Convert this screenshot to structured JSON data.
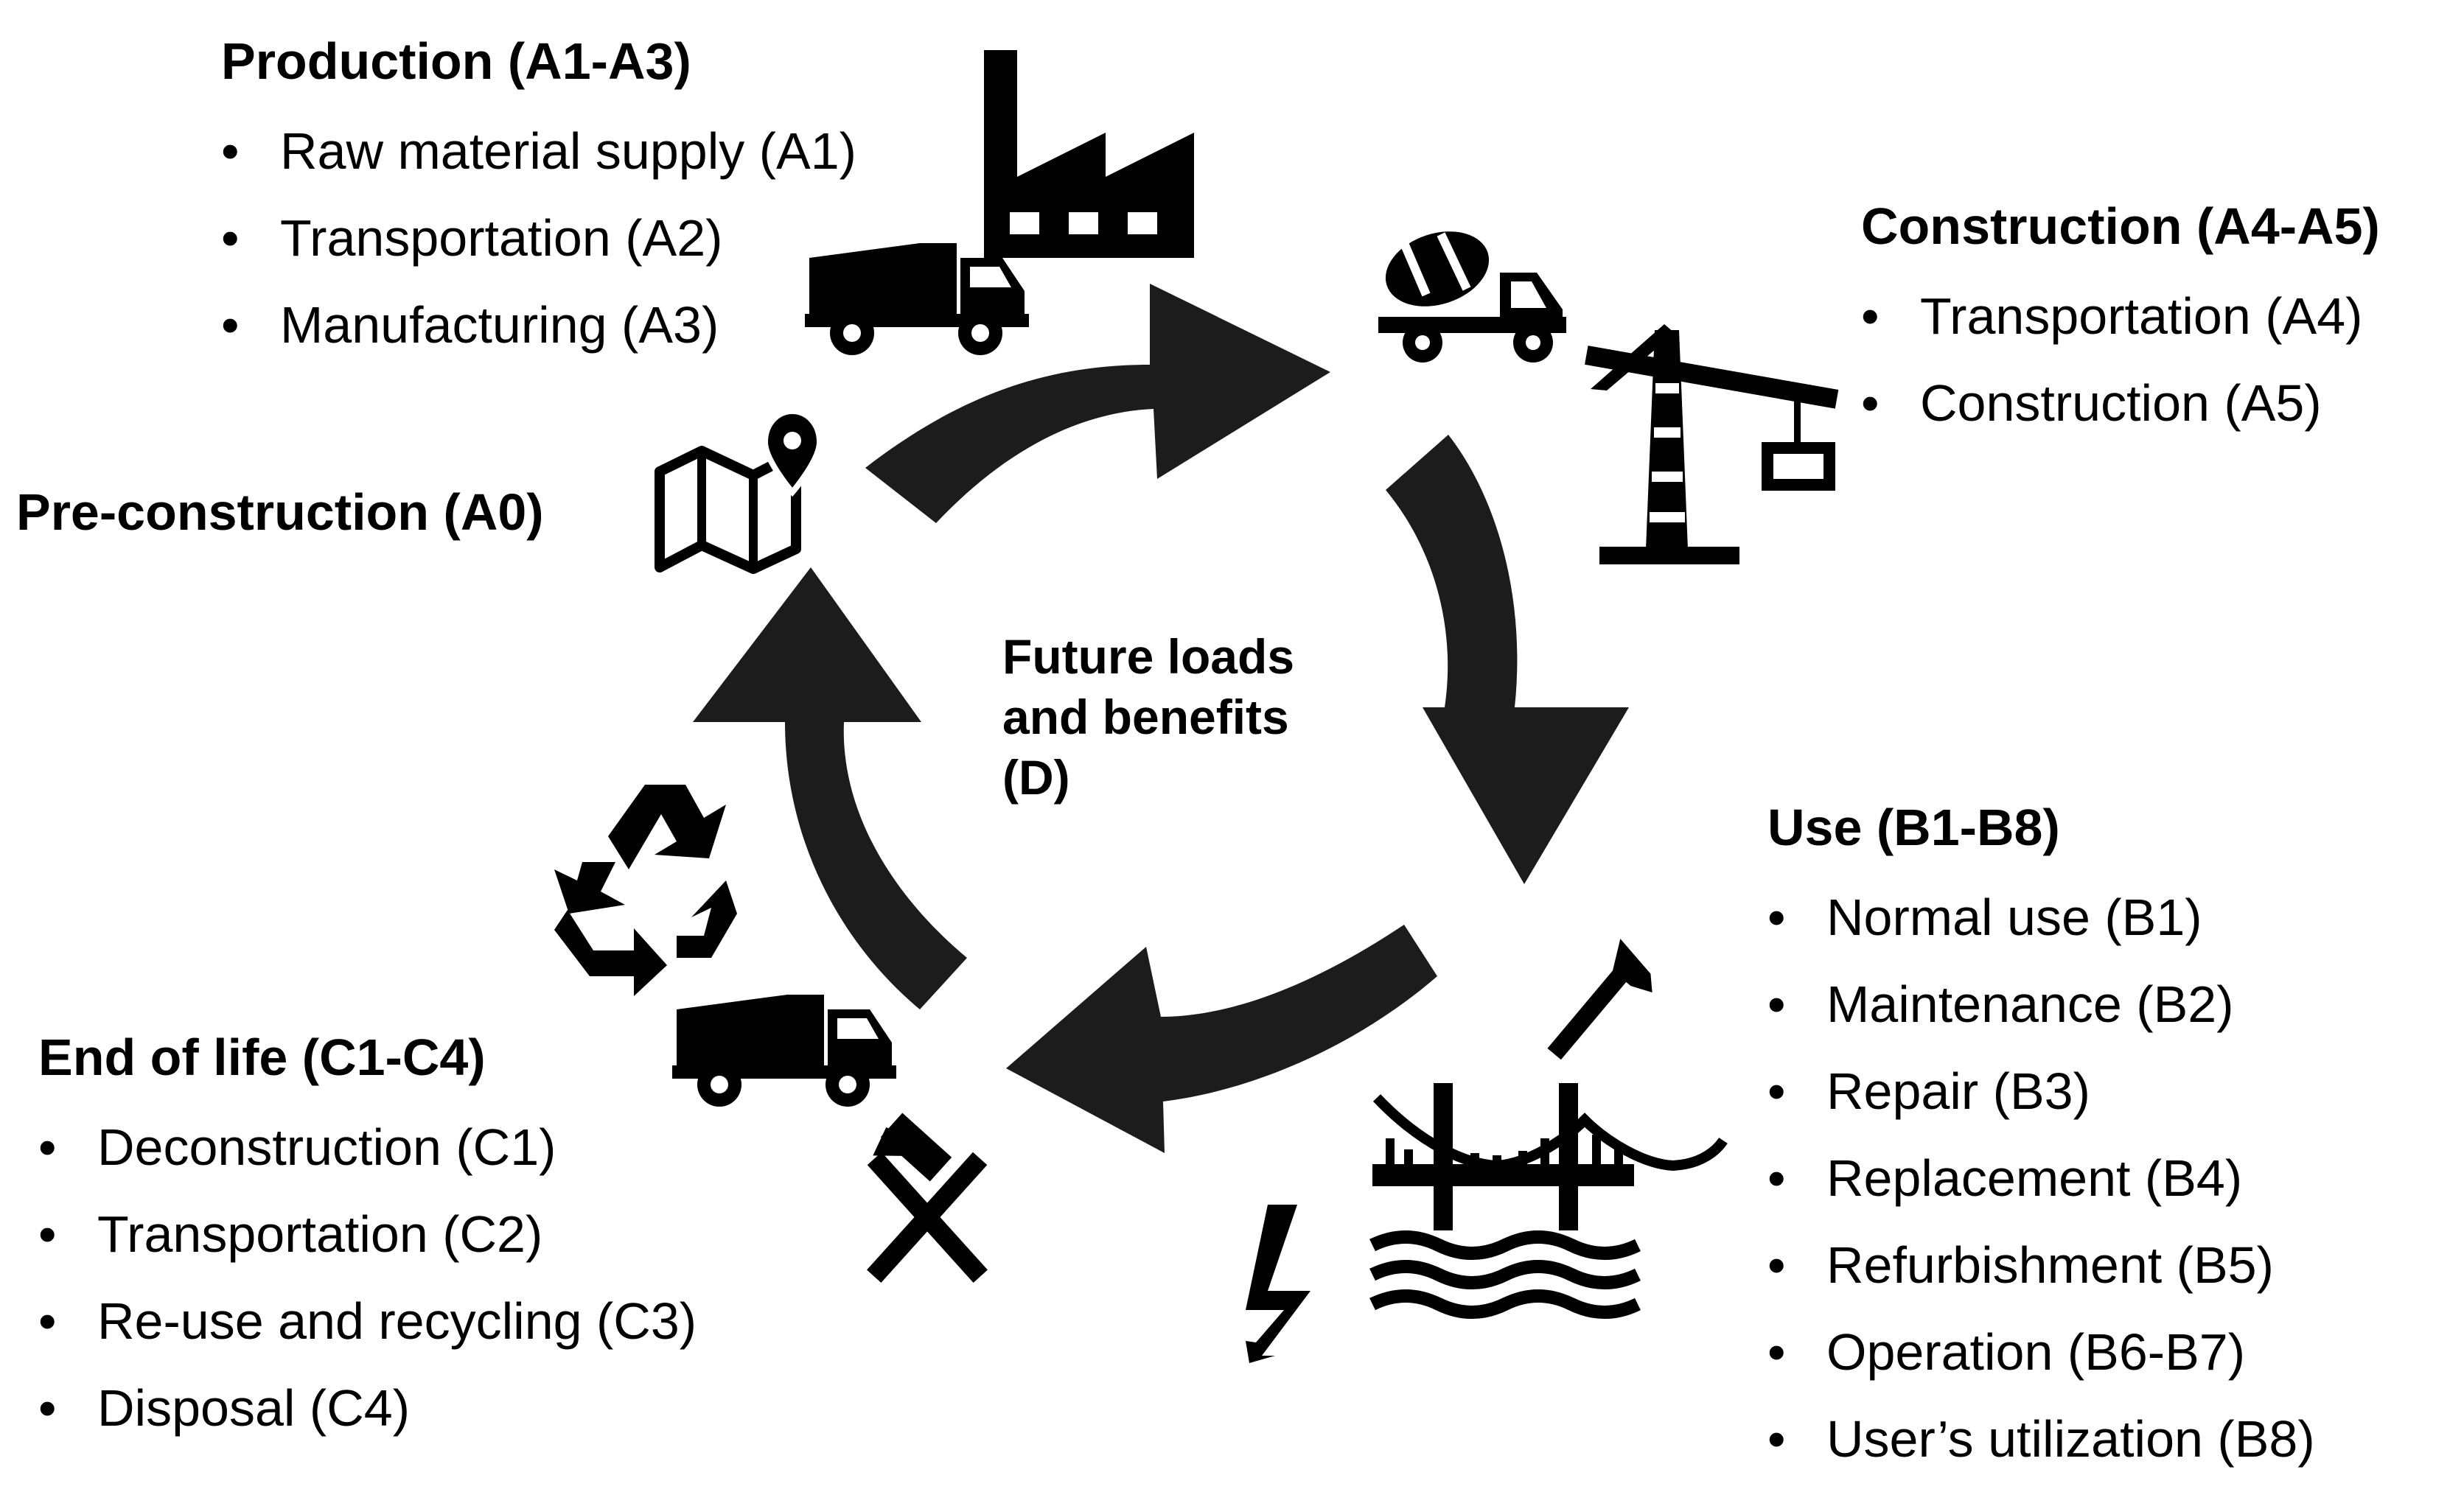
{
  "center": {
    "label": [
      "Future loads",
      "and benefits",
      "(D)"
    ]
  },
  "stages": {
    "production": {
      "title": "Production (A1-A3)",
      "items": [
        "Raw material supply (A1)",
        "Transportation (A2)",
        "Manufacturing (A3)"
      ]
    },
    "construction": {
      "title": "Construction (A4-A5)",
      "items": [
        "Transportation (A4)",
        "Construction (A5)"
      ]
    },
    "pre_construction": {
      "title": "Pre-construction (A0)"
    },
    "use": {
      "title": "Use (B1-B8)",
      "items": [
        "Normal use (B1)",
        "Maintenance (B2)",
        "Repair (B3)",
        "Replacement (B4)",
        "Refurbishment (B5)",
        "Operation (B6-B7)",
        "User’s utilization (B8)"
      ]
    },
    "end_of_life": {
      "title": "End of life (C1-C4)",
      "items": [
        "Deconstruction (C1)",
        "Transportation (C2)",
        "Re-use and recycling (C3)",
        "Disposal (C4)"
      ]
    }
  },
  "icons": [
    "factory-icon",
    "dump-truck-icon",
    "cement-mixer-truck-icon",
    "tower-crane-icon",
    "map-pin-icon",
    "recycle-icon",
    "hammer-icon",
    "bridge-icon",
    "lightning-bolt-icon",
    "crossed-hammers-icon"
  ],
  "colors": {
    "arrow": "#1c1c1c",
    "icon": "#000000",
    "text": "#000000"
  }
}
